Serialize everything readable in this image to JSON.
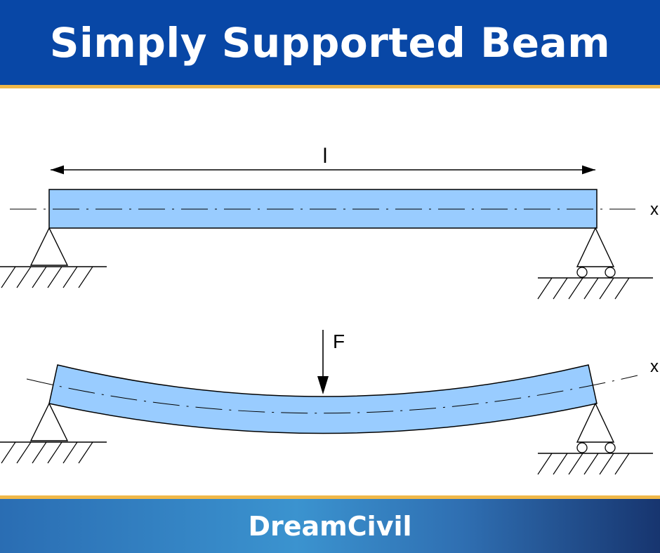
{
  "header": {
    "title": "Simply Supported Beam"
  },
  "diagram": {
    "length_label": "l",
    "axis_label": "x",
    "force_label": "F",
    "beam_fill": "#99ccff",
    "stroke": "#000000"
  },
  "footer": {
    "brand": "DreamCivil"
  },
  "colors": {
    "header_bg": "#0847a6",
    "accent": "#f0b848"
  }
}
